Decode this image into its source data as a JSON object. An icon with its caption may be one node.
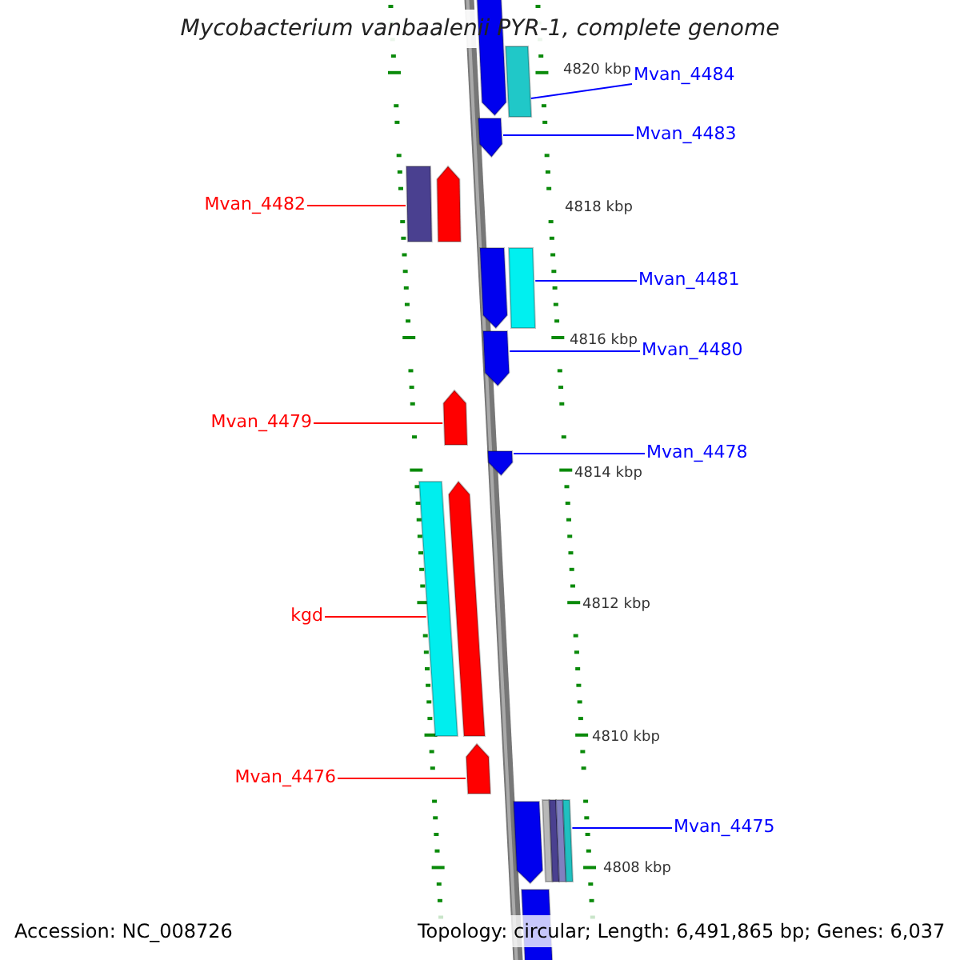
{
  "diagram": {
    "title": "Mycobacterium vanbaalenii PYR-1, complete genome",
    "nodes": [
      {
        "text": [],
        "shape": "bar"
      },
      {
        "text": [],
        "shape": "bar"
      },
      {
        "text": [
          "Mvan_4484"
        ]
      },
      {
        "text": [],
        "shape": "bar"
      },
      {
        "text": [
          "Mvan_4483"
        ]
      },
      {
        "text": [
          "Mvan_4482"
        ]
      },
      {
        "text": [],
        "shape": "bar"
      },
      {
        "text": [],
        "shape": "bar"
      },
      {
        "text": [],
        "shape": "bar"
      },
      {
        "text": [],
        "shape": "bar"
      },
      {
        "text": [
          "Mvan_4481"
        ]
      },
      {
        "text": [],
        "shape": "bar"
      },
      {
        "text": [
          "Mvan_4480"
        ]
      },
      {
        "text": [
          "Mvan_4479"
        ]
      },
      {
        "text": [],
        "shape": "bar"
      },
      {
        "text": [],
        "shape": "bar"
      },
      {
        "text": [
          "Mvan_4478"
        ]
      },
      {
        "text": [
          "kgd"
        ]
      },
      {
        "text": [],
        "shape": "bar"
      },
      {
        "text": [],
        "shape": "bar"
      },
      {
        "text": [
          "Mvan_4476"
        ]
      },
      {
        "text": [],
        "shape": "bar"
      },
      {
        "text": [],
        "shape": "bar"
      },
      {
        "text": [],
        "shape": "bar"
      },
      {
        "text": [
          "Mvan_4475"
        ]
      },
      {
        "text": [],
        "shape": "bar"
      }
    ],
    "edges": [
      {
        "from": 2,
        "to": 1,
        "arrow": "none",
        "color": "#0000ff"
      },
      {
        "from": 4,
        "to": 3,
        "arrow": "none",
        "color": "#0000ff"
      },
      {
        "from": 5,
        "to": 6,
        "arrow": "none",
        "color": "#ff0000"
      },
      {
        "from": 10,
        "to": 9,
        "arrow": "none",
        "color": "#0000ff"
      },
      {
        "from": 12,
        "to": 11,
        "arrow": "none",
        "color": "#0000ff"
      },
      {
        "from": 13,
        "to": 14,
        "arrow": "none",
        "color": "#ff0000"
      },
      {
        "from": 16,
        "to": 15,
        "arrow": "none",
        "color": "#0000ff"
      },
      {
        "from": 17,
        "to": 18,
        "arrow": "none",
        "color": "#ff0000"
      },
      {
        "from": 20,
        "to": 21,
        "arrow": "none",
        "color": "#ff0000"
      },
      {
        "from": 24,
        "to": 23,
        "arrow": "none",
        "color": "#0000ff"
      }
    ],
    "labels": [
      "4820 kbp",
      "4818 kbp",
      "4816 kbp",
      "4814 kbp",
      "4812 kbp",
      "4810 kbp",
      "4808 kbp",
      "Accession: NC_008726",
      "Topology: circular; Length: 6,491,865 bp; Genes: 6,037"
    ]
  }
}
